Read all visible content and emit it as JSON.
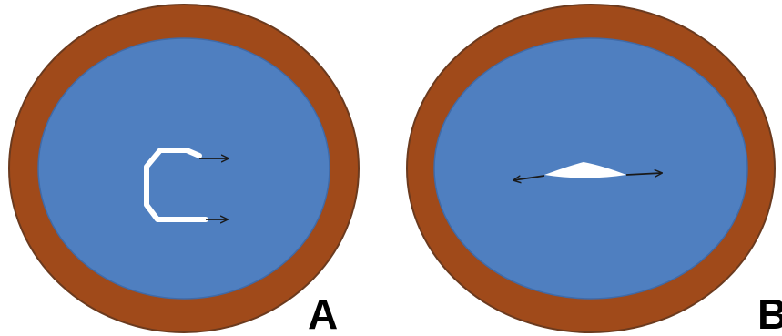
{
  "colors": {
    "ring": "#a04a1a",
    "ring_edge": "#6b3a1e",
    "inner": "#4f7fc0",
    "inner_edge": "#3f6aa8",
    "crack": "#ffffff",
    "arrow": "#1a1a1a"
  },
  "panels": [
    {
      "label": "A",
      "crack_shape": "c-shaped"
    },
    {
      "label": "B",
      "crack_shape": "lens-shaped"
    }
  ]
}
